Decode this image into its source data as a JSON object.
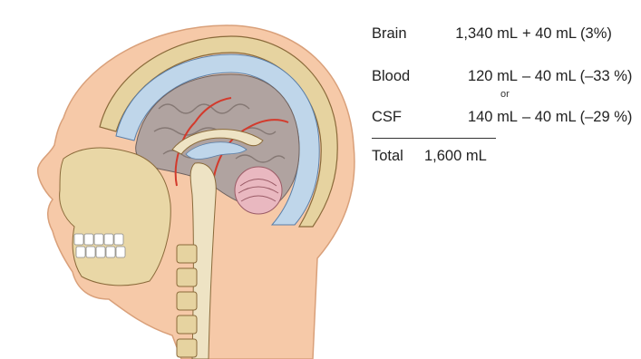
{
  "figure": {
    "rows": [
      {
        "label": "Brain",
        "volume": "1,340 mL",
        "change": "+ 40 mL (3%)"
      },
      {
        "label": "Blood",
        "volume": "120 mL",
        "change": "– 40 mL (–33 %)"
      },
      {
        "label": "CSF",
        "volume": "140 mL",
        "change": "– 40 mL (–29 %)"
      }
    ],
    "or_note": "or",
    "total": {
      "label": "Total",
      "value": "1,600 mL"
    }
  },
  "colors": {
    "skin": "#f6c9a8",
    "brain": "#b0a3a0",
    "csf": "#bfd6ea",
    "bone": "#e9d7a6",
    "vessels": "#d33a2c"
  }
}
